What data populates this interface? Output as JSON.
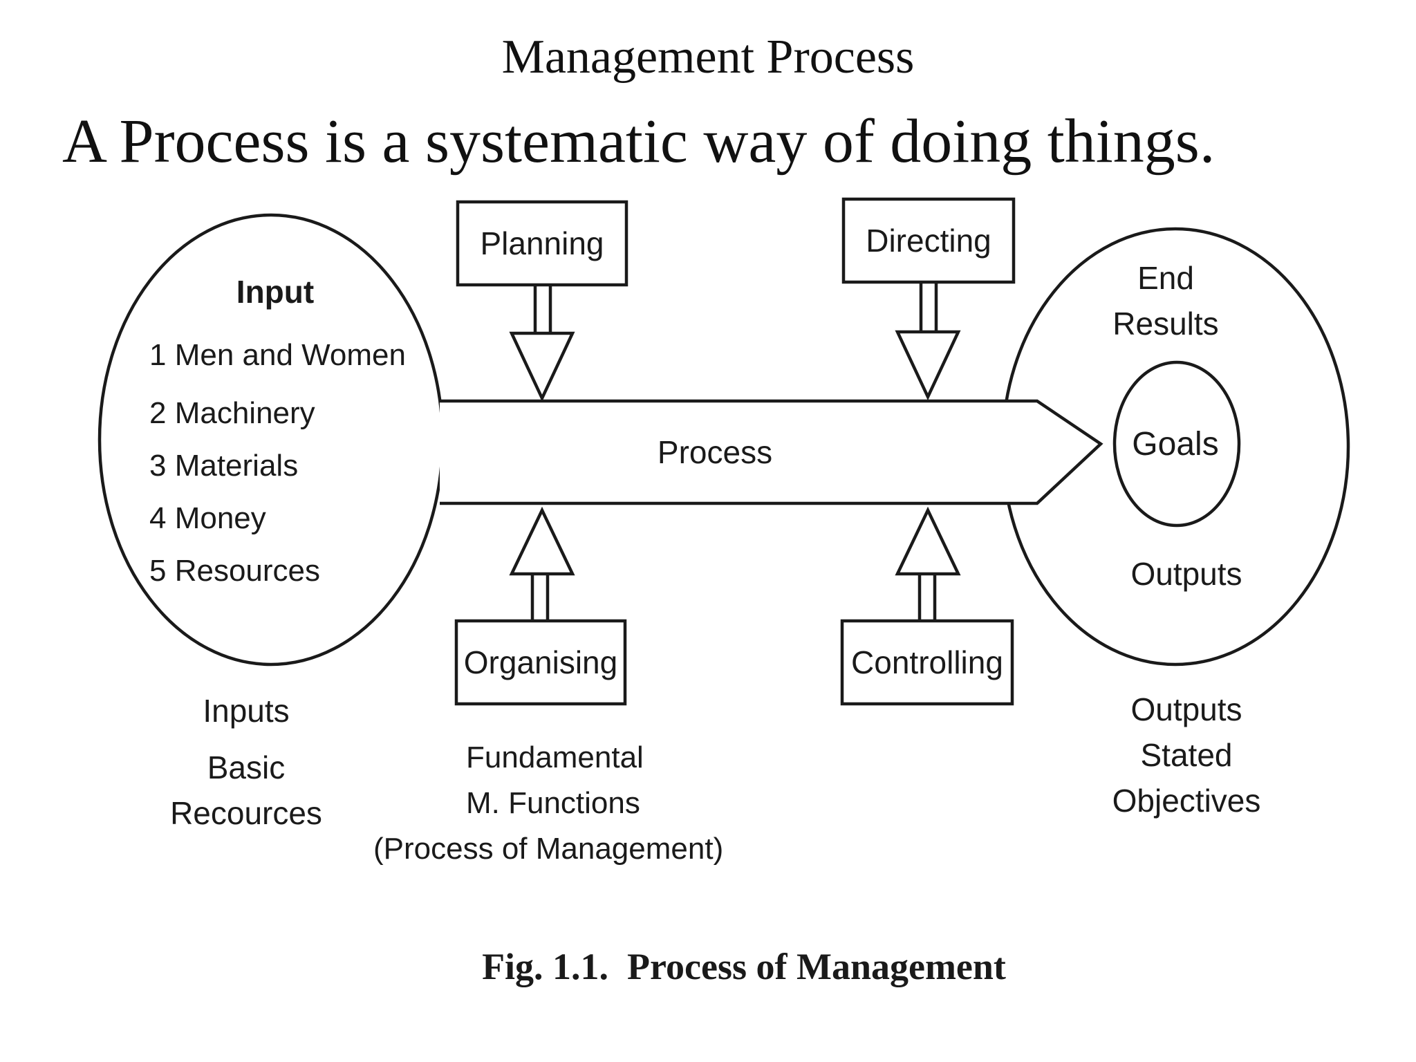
{
  "slide": {
    "title": "Management Process",
    "subtitle": "A Process is a systematic way of doing things."
  },
  "diagram": {
    "input_circle": {
      "heading": "Input",
      "items": [
        "1 Men and Women",
        "2 Machinery",
        "3 Materials",
        "4 Money",
        "5 Resources"
      ]
    },
    "process_label": "Process",
    "functions": {
      "planning": "Planning",
      "directing": "Directing",
      "organising": "Organising",
      "controlling": "Controlling"
    },
    "output_circle": {
      "end_results": [
        "End",
        "Results"
      ],
      "goals": "Goals",
      "outputs": "Outputs"
    },
    "bottom_labels": {
      "inputs": [
        "Inputs",
        "Basic",
        "Recources"
      ],
      "fundamental": [
        "Fundamental",
        "M. Functions",
        "(Process of Management)"
      ],
      "outputs": [
        "Outputs",
        "Stated",
        "Objectives"
      ]
    },
    "caption": "Fig. 1.1.  Process of Management"
  }
}
